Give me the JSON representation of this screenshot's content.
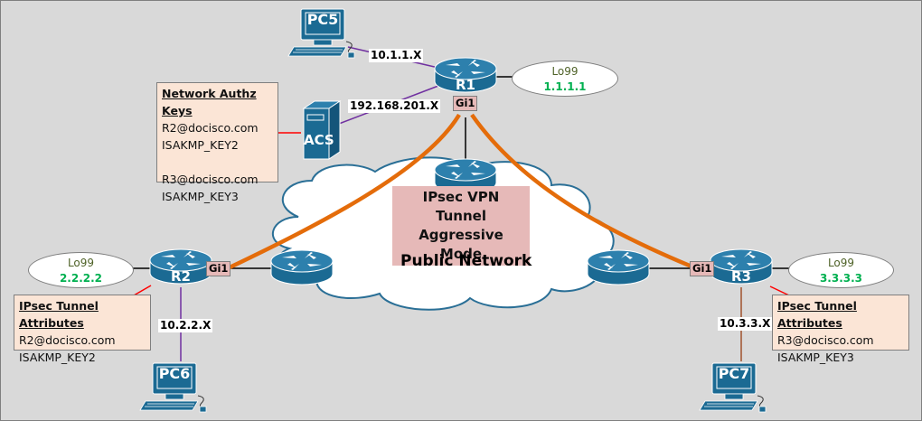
{
  "title": "IPsec VPN Aggressive Mode with Network Authorization Keys",
  "cloud": {
    "label": "Public Network"
  },
  "tunnel": {
    "line1": "IPsec VPN Tunnel",
    "line2": "Aggressive Mode"
  },
  "routers": [
    {
      "id": "R1",
      "interface": "Gi1",
      "loopback": {
        "name": "Lo99",
        "address": "1.1.1.1"
      }
    },
    {
      "id": "R2",
      "interface": "Gi1",
      "loopback": {
        "name": "Lo99",
        "address": "2.2.2.2"
      }
    },
    {
      "id": "R3",
      "interface": "Gi1",
      "loopback": {
        "name": "Lo99",
        "address": "3.3.3.3"
      }
    }
  ],
  "pcs": [
    {
      "id": "PC5",
      "subnet": "10.1.1.X"
    },
    {
      "id": "PC6",
      "subnet": "10.2.2.X"
    },
    {
      "id": "PC7",
      "subnet": "10.3.3.X"
    }
  ],
  "acs": {
    "label": "ACS",
    "subnet": "192.168.201.X"
  },
  "authz_box": {
    "header": "Network Authz Keys",
    "lines": [
      "R2@docisco.com",
      "ISAKMP_KEY2",
      "",
      "R3@docisco.com",
      "ISAKMP_KEY3"
    ]
  },
  "r2_box": {
    "header": "IPsec Tunnel Attributes",
    "lines": [
      "R2@docisco.com",
      "ISAKMP_KEY2"
    ]
  },
  "r3_box": {
    "header": "IPsec Tunnel Attributes",
    "lines": [
      "R3@docisco.com",
      "ISAKMP_KEY3"
    ]
  },
  "colors": {
    "device_blue": "#1b6a93",
    "tunnel_orange": "#e46c0a",
    "link_purple": "#7030a0",
    "link_brown": "#a0522d",
    "link_red": "#ff0000",
    "note_fill": "#fbe5d6",
    "tag_fill": "#e6b9b8",
    "loopback_green": "#00b050"
  }
}
